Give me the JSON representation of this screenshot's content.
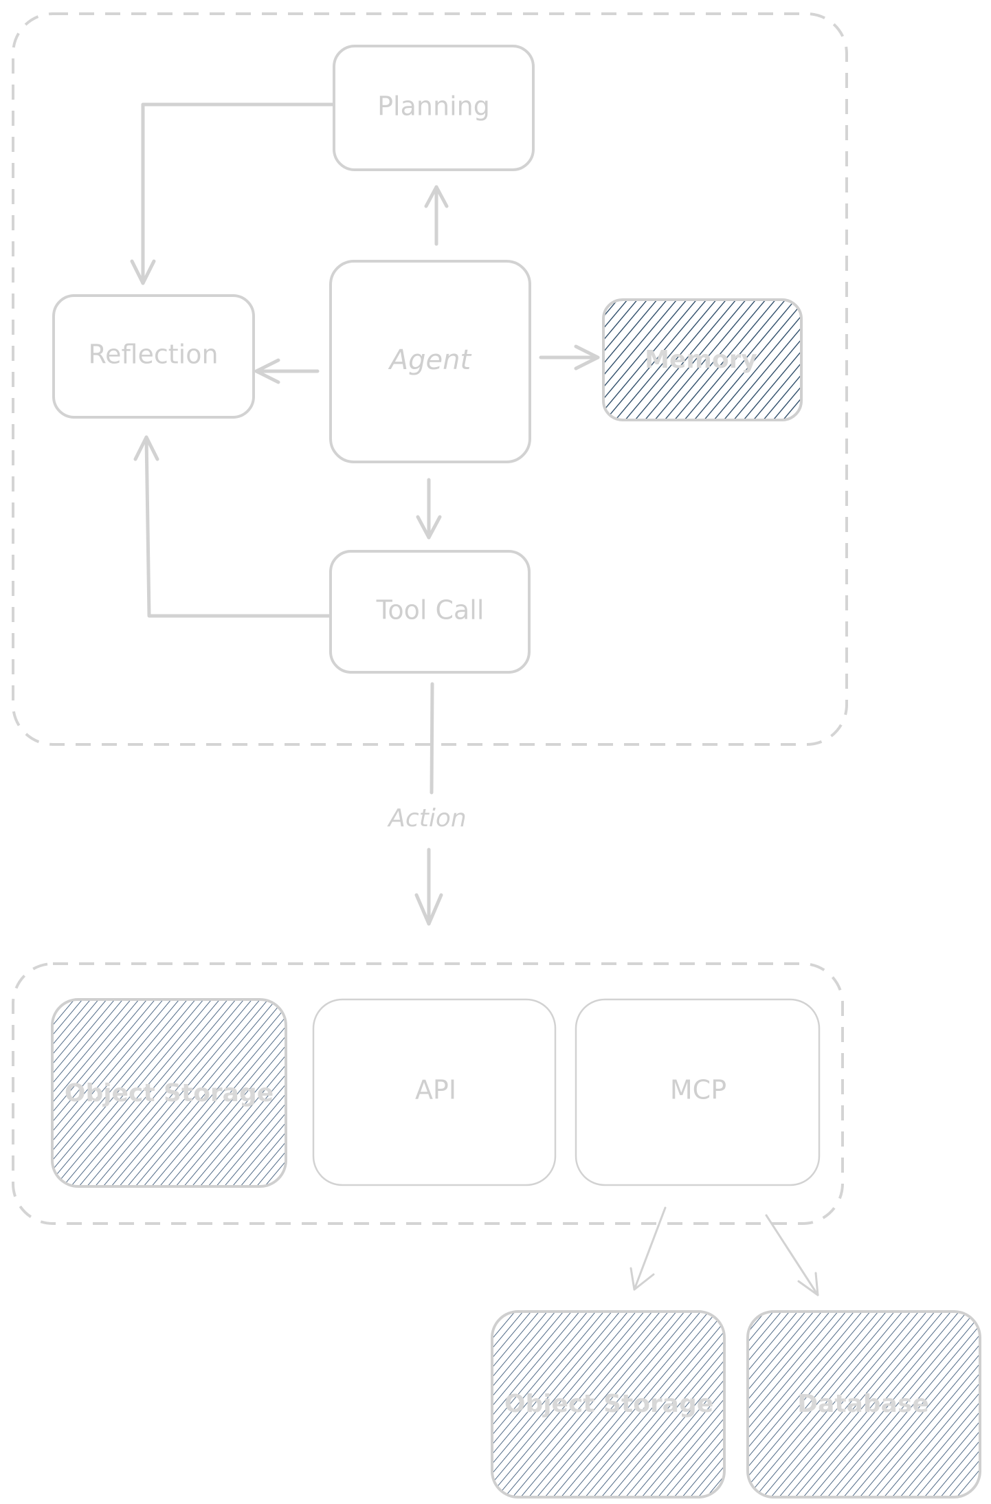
{
  "nodes": {
    "planning": "Planning",
    "reflection": "Reflection",
    "agent": "Agent",
    "memory": "Memory",
    "tool_call": "Tool Call",
    "object_storage": "Object Storage",
    "api": "API",
    "mcp": "MCP",
    "object_storage_2": "Object Storage",
    "database": "Database"
  },
  "edge_labels": {
    "action": "Action"
  },
  "colors": {
    "stroke": "#d2d2d2",
    "text": "#cfcfcf",
    "hatch": "#1e3f5e"
  }
}
